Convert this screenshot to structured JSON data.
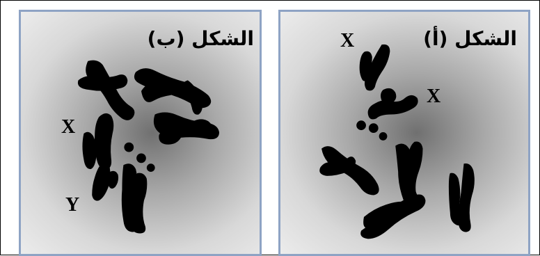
{
  "panel_b": {
    "title": "الشكل (ب)",
    "labels": {
      "x": "X",
      "y": "Y"
    }
  },
  "panel_a": {
    "title": "الشكل (أ)",
    "labels": {
      "x1": "X",
      "x2": "X"
    }
  },
  "colors": {
    "chromosome": "#000000",
    "panel_border": "#8ea3c4"
  }
}
